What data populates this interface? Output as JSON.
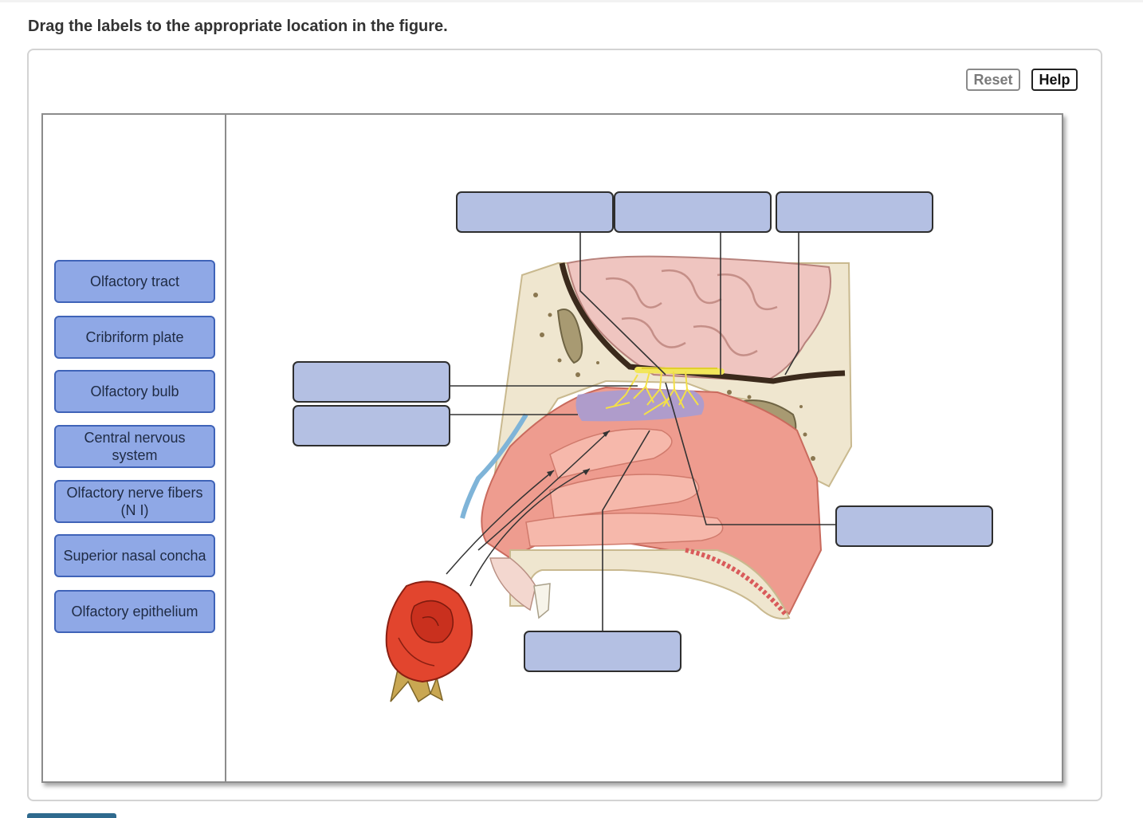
{
  "instruction": "Drag the labels to the appropriate location in the figure.",
  "toolbar": {
    "reset_label": "Reset",
    "help_label": "Help"
  },
  "labels": [
    {
      "text": "Olfactory tract"
    },
    {
      "text": "Cribriform plate"
    },
    {
      "text": "Olfactory bulb"
    },
    {
      "text": "Central nervous system"
    },
    {
      "text": "Olfactory nerve fibers (N I)"
    },
    {
      "text": "Superior nasal concha"
    },
    {
      "text": "Olfactory epithelium"
    }
  ],
  "colors": {
    "label_fill": "#8fa8e6",
    "label_border": "#3f63b8",
    "target_fill": "#b4c0e3",
    "target_border": "#2e2e2e"
  },
  "figure": {
    "illustration": "nasal-cavity-olfaction-figure"
  }
}
